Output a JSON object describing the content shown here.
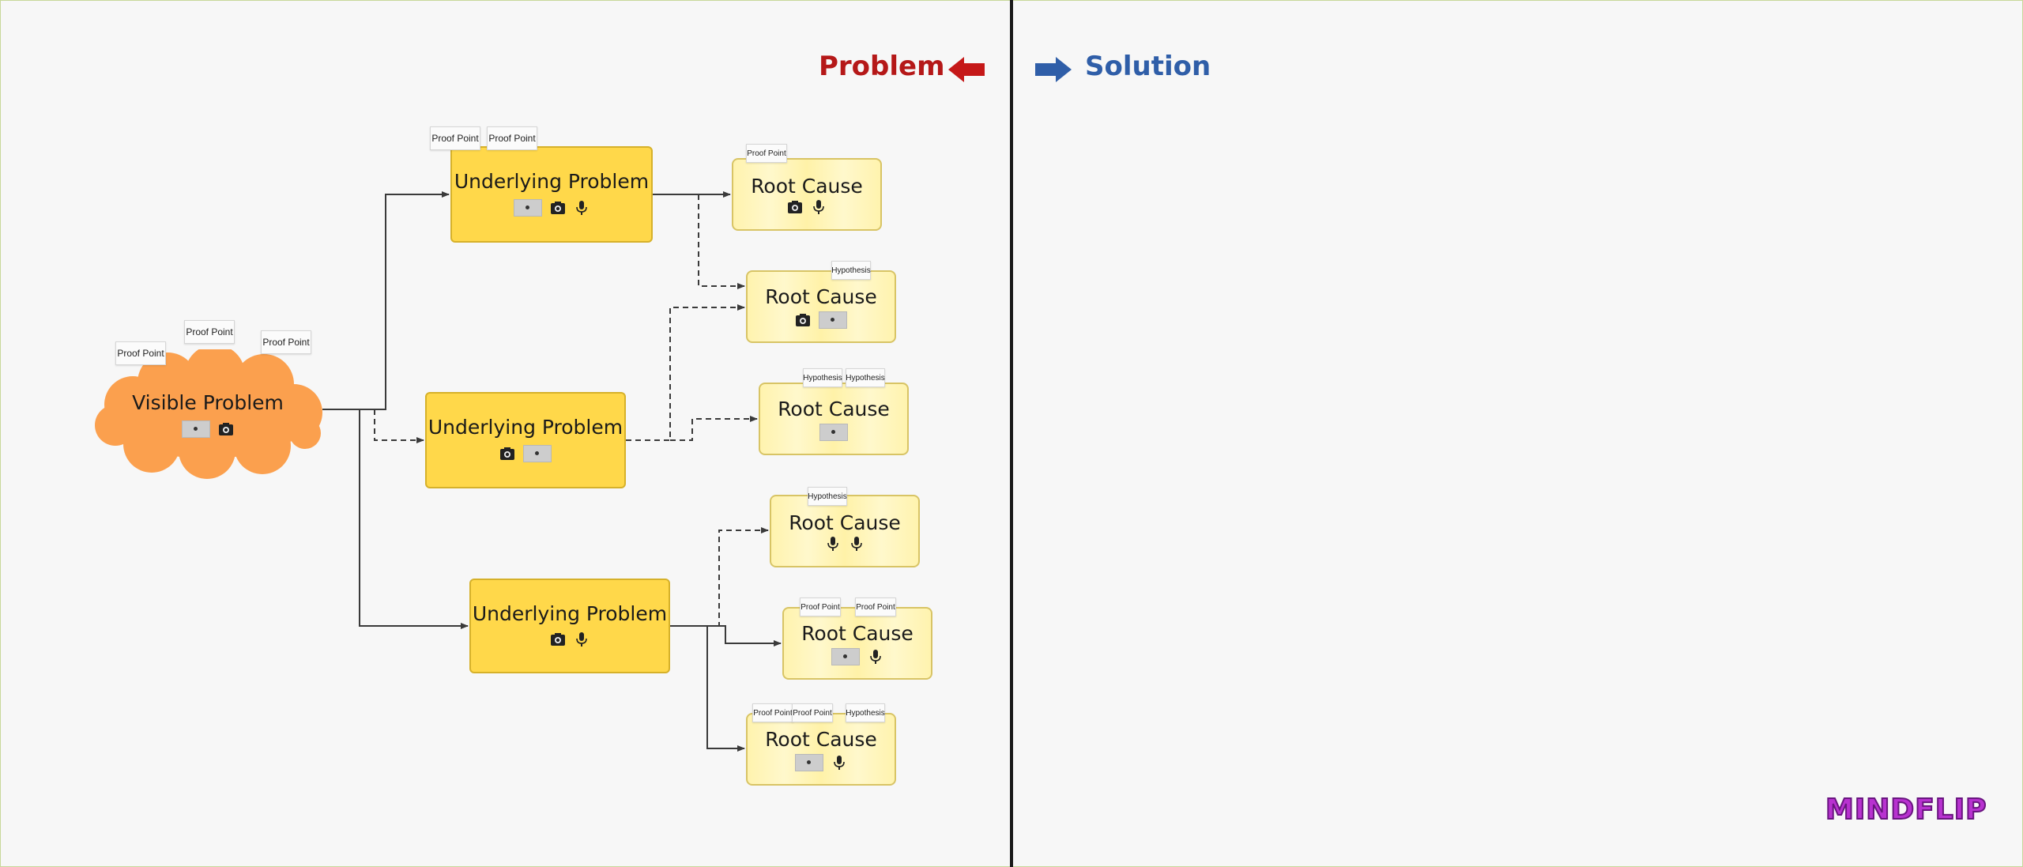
{
  "header": {
    "problem_label": "Problem",
    "solution_label": "Solution"
  },
  "colors": {
    "problem": "#b51818",
    "solution": "#2f5ea8",
    "visible_fill": "#fba04e",
    "underlying_fill": "#ffd84a",
    "root_fill": "#fff3ae",
    "logo": "#b832d0"
  },
  "nodes": {
    "visible": {
      "label": "Visible Problem"
    },
    "up1": {
      "label": "Underlying Problem"
    },
    "up2": {
      "label": "Underlying Problem"
    },
    "up3": {
      "label": "Underlying Problem"
    },
    "rc1": {
      "label": "Root Cause"
    },
    "rc2": {
      "label": "Root Cause"
    },
    "rc3": {
      "label": "Root Cause"
    },
    "rc4": {
      "label": "Root Cause"
    },
    "rc5": {
      "label": "Root Cause"
    },
    "rc6": {
      "label": "Root Cause"
    }
  },
  "tags": {
    "proof_point": "Proof Point",
    "hypothesis": "Hypothesis"
  },
  "icons": [
    "camera-icon",
    "microphone-icon",
    "image-thumbnail"
  ],
  "logo": {
    "text": "MINDFLIP"
  }
}
